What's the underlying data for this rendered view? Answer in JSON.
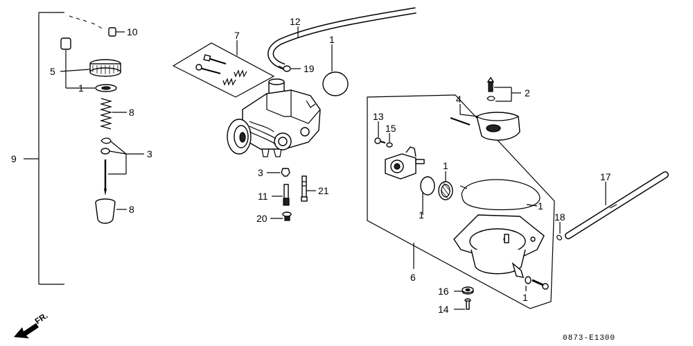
{
  "diagram": {
    "callouts": {
      "c10": "10",
      "c5": "5",
      "c1a": "1",
      "c8a": "8",
      "c9": "9",
      "c3a": "3",
      "c8b": "8",
      "c7": "7",
      "c12": "12",
      "c1b": "1",
      "c19": "19",
      "c3b": "3",
      "c11": "11",
      "c21": "21",
      "c20": "20",
      "c2": "2",
      "c4": "4",
      "c13": "13",
      "c15": "15",
      "c1c": "1",
      "c1d": "1",
      "c1e": "1",
      "c6": "6",
      "c17": "17",
      "c18": "18",
      "c16": "16",
      "c14": "14",
      "c1f": "1"
    },
    "direction_label": "FR.",
    "drawing_code": "0873-E1300"
  }
}
